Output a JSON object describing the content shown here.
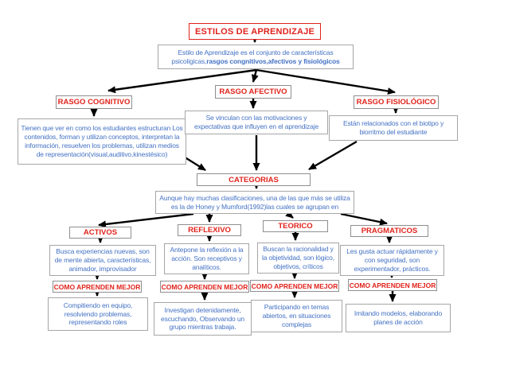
{
  "colors": {
    "label_red": "#e0231b",
    "body_blue": "#4472c4",
    "box_border_gray": "#9e9e9e",
    "arrow_black": "#000000",
    "background": "#ffffff"
  },
  "title": "ESTILOS DE APRENDIZAJE",
  "definition": {
    "regular": "Estilo de Aprendizaje es el conjunto de características psicoligicas,",
    "bold": "rasgos congnitivos,afectivos y fisiológicos"
  },
  "rasgos": [
    {
      "label": "RASGO COGNITIVO",
      "description": "Tienen que ver en como los estudiantes estructuran Los contenidos, forman y utilizan conceptos, interpretan la información, resuelven los problemas, utilizan medios de representación(visual,auditivo,kinestésico)"
    },
    {
      "label": "RASGO AFECTIVO",
      "description": "Se vinculan con las motivaciones y expectativas que influyen en el aprendizaje"
    },
    {
      "label": "RASGO FISIOLÓGICO",
      "description": "Están relacionados con el biotipo y biorritmo del estudiante"
    }
  ],
  "categorias": {
    "label": "CATEGORIAS",
    "description": "Aunque hay muchas clasificaciones, una de las que más se utiliza es la de Honey y Mumford(1992)las cuales se agrupan en"
  },
  "estilos": [
    {
      "label": "ACTIVOS",
      "description": "Busca experiencias nuevas, son de mente abierta, características, animador, improvisador",
      "como_label": "COMO APRENDEN MEJOR",
      "como_description": "Compitiendo en equipo, resolviendo problemas, representando roles"
    },
    {
      "label": "REFLEXIVO",
      "description": "Antepone la reflexión a la acción. Son receptivos y analíticos.",
      "como_label": "COMO APRENDEN MEJOR",
      "como_description": "Investigan detenidamente, escuchando, Observando un grupo mientras trabaja."
    },
    {
      "label": "TEORICO",
      "description": "Buscan la racionalidad y la objetividad, son lógico, objetivos, críticos",
      "como_label": "COMO APRENDEN MEJOR",
      "como_description": "Participando en temas abiertos, en situaciones complejas"
    },
    {
      "label": "PRAGMATICOS",
      "description": "Les gusta actuar rápidamente y con seguridad, son experimentador, prácticos.",
      "como_label": "COMO APRENDEN MEJOR",
      "como_description": "Imitando modelos, elaborando planes de acción"
    }
  ]
}
